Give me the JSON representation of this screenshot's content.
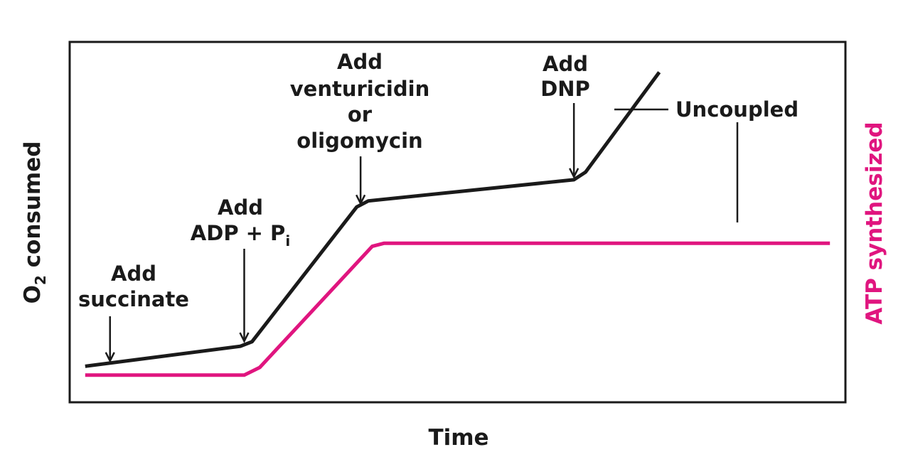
{
  "chart_data": {
    "type": "line",
    "xlabel": "Time",
    "ylabel_left": {
      "base": "O",
      "sub": "2",
      "rest": " consumed"
    },
    "ylabel_right": "ATP synthesized",
    "colors": {
      "o2": "#1a1a1a",
      "atp": "#e0157f",
      "frame": "#1a1a1a"
    },
    "grid": false,
    "x_ticks": false,
    "y_ticks": false,
    "series": [
      {
        "key": "o2",
        "x": [
          0,
          20,
          21.5,
          35,
          36.5,
          63,
          64.5,
          74
        ],
        "y": [
          2.9,
          9.5,
          11.0,
          55.5,
          57.5,
          64.5,
          67.0,
          100
        ]
      },
      {
        "key": "atp",
        "x": [
          0,
          20.5,
          22.5,
          37,
          38.5,
          96
        ],
        "y": [
          0,
          0,
          2.5,
          42.5,
          43.5,
          43.5
        ]
      }
    ],
    "xlim": [
      -2,
      98
    ],
    "ylim": [
      -9,
      110
    ],
    "annotations": {
      "succinate": {
        "lines": [
          "Add",
          "succinate"
        ],
        "x": 3.2
      },
      "adp": {
        "lines": [
          "Add"
        ],
        "second_base": "ADP + P",
        "second_sub": "i",
        "x": 20.5
      },
      "oligo": {
        "lines": [
          "Add",
          "venturicidin",
          "or",
          "oligomycin"
        ],
        "x": 35.5
      },
      "dnp": {
        "lines": [
          "Add",
          "DNP"
        ],
        "x": 63
      },
      "uncoupled": {
        "text": "Uncoupled"
      }
    }
  }
}
